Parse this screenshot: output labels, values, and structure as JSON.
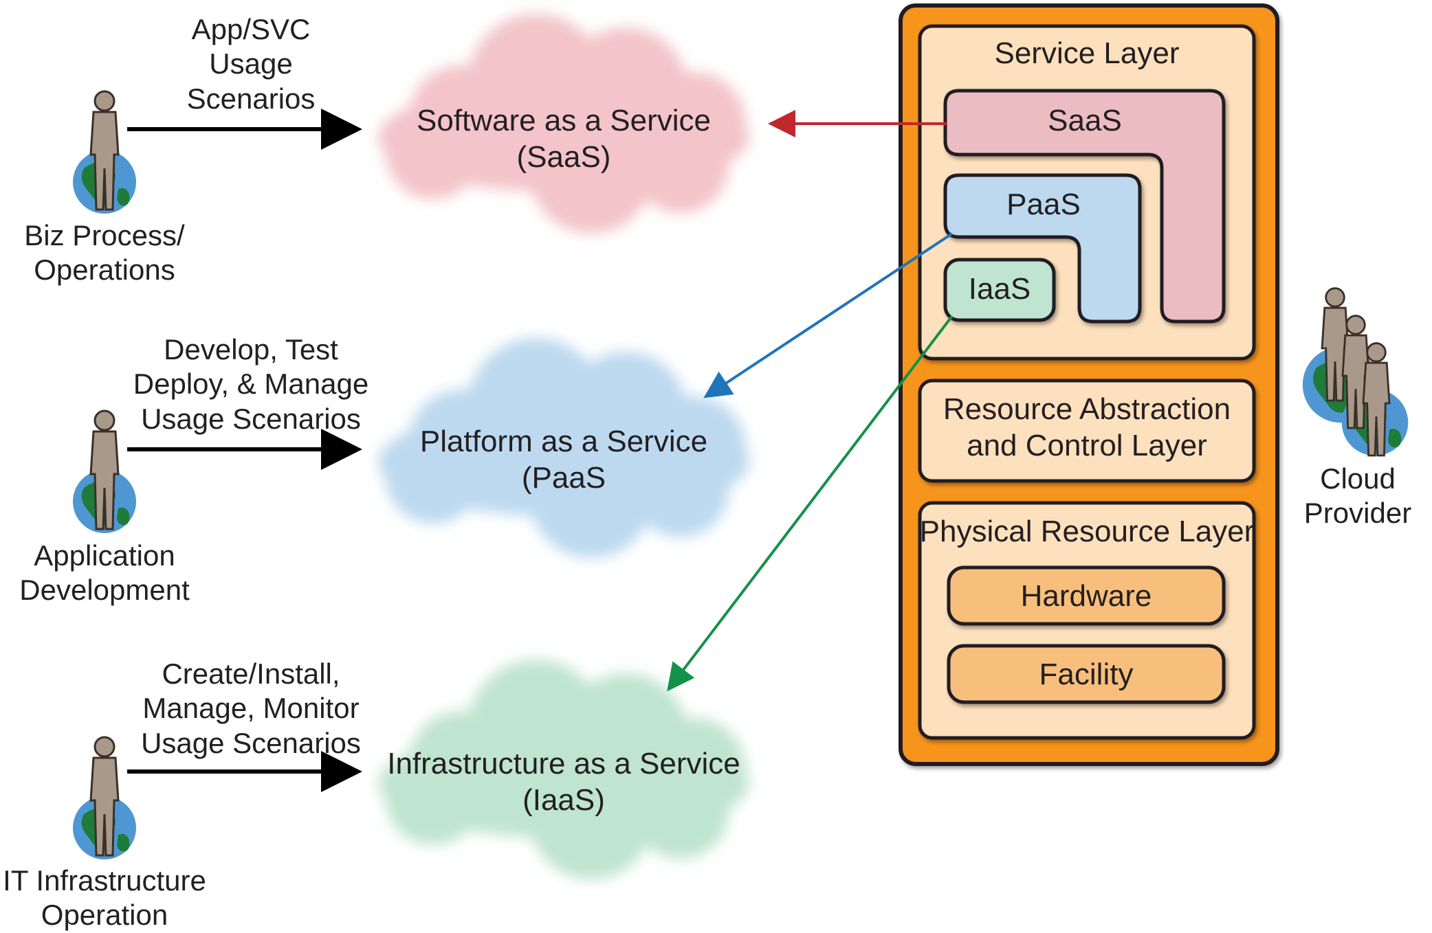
{
  "actors": [
    {
      "name": "Biz Process/\nOperations",
      "scenario": "App/SVC\nUsage\nScenarios"
    },
    {
      "name": "Application\nDevelopment",
      "scenario": "Develop, Test\nDeploy, & Manage\nUsage Scenarios"
    },
    {
      "name": "IT Infrastructure\nOperation",
      "scenario": "Create/Install,\nManage, Monitor\nUsage Scenarios"
    }
  ],
  "clouds": [
    {
      "label": "Software as a Service\n(SaaS)",
      "color": "#f3c4c9"
    },
    {
      "label": "Platform as a Service\n(PaaS",
      "color": "#bcd9ef"
    },
    {
      "label": "Infrastructure as a Service\n(IaaS)",
      "color": "#bfe4d1"
    }
  ],
  "provider": {
    "label": "Cloud\nProvider",
    "service_layer": "Service Layer",
    "saas": "SaaS",
    "paas": "PaaS",
    "iaas": "IaaS",
    "resource_layer": "Resource Abstraction\nand Control Layer",
    "physical_layer": "Physical Resource Layer",
    "hardware": "Hardware",
    "facility": "Facility"
  },
  "colors": {
    "outer_frame": "#f7941d",
    "layer_fill": "#fde0bd",
    "saas_fill": "#ebbcc1",
    "paas_fill": "#bcd9ef",
    "iaas_fill": "#bfe4d1",
    "hw_fill": "#f8bf7c",
    "arrow_saas": "#c1272d",
    "arrow_paas": "#1f75bb",
    "arrow_iaas": "#14914a",
    "person": "#a8998a",
    "globe_ocean": "#4f97d3",
    "globe_land": "#1e7b3a"
  }
}
